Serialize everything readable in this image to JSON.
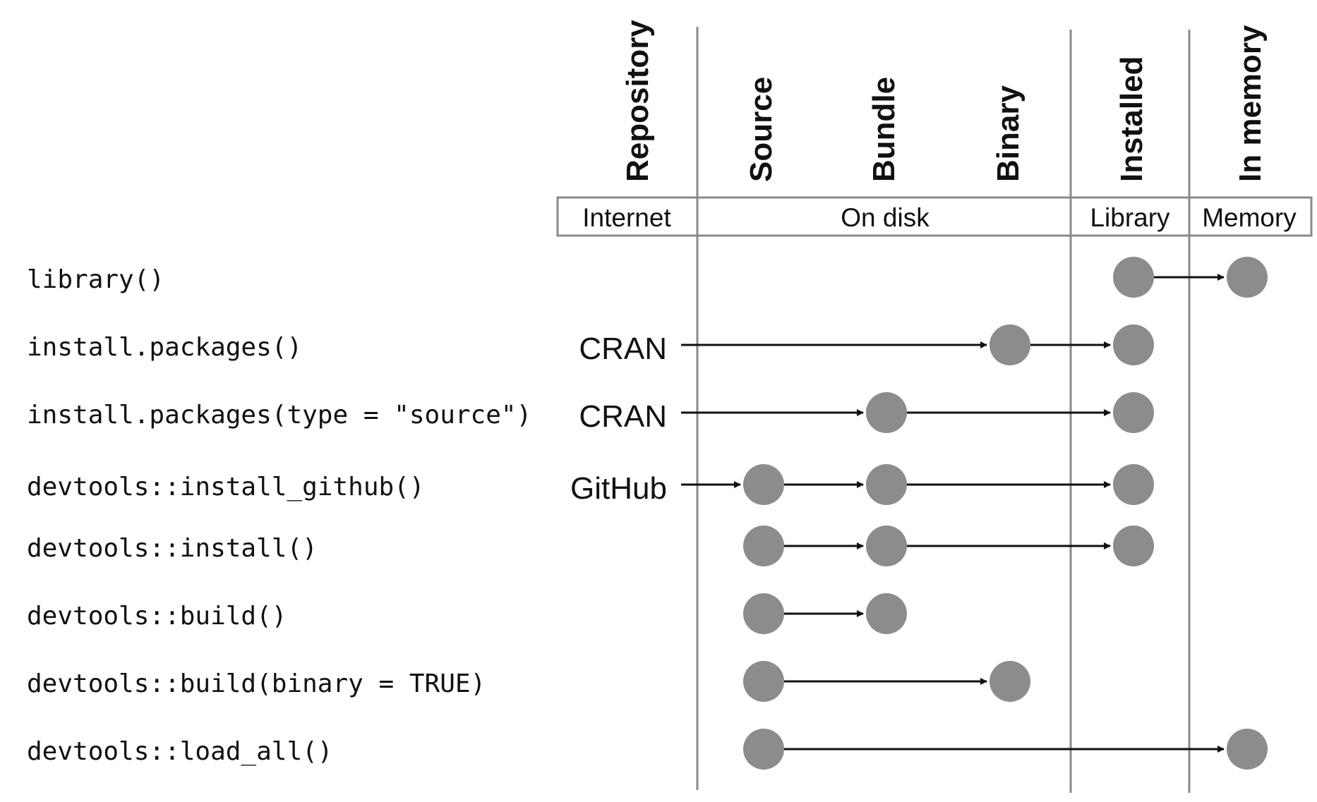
{
  "columns": [
    {
      "key": "repository",
      "label": "Repository"
    },
    {
      "key": "source",
      "label": "Source"
    },
    {
      "key": "bundle",
      "label": "Bundle"
    },
    {
      "key": "binary",
      "label": "Binary"
    },
    {
      "key": "installed",
      "label": "Installed"
    },
    {
      "key": "memory",
      "label": "In memory"
    }
  ],
  "locations": [
    {
      "key": "internet",
      "label": "Internet"
    },
    {
      "key": "disk",
      "label": "On disk"
    },
    {
      "key": "library",
      "label": "Library"
    },
    {
      "key": "memory",
      "label": "Memory"
    }
  ],
  "rows": [
    {
      "command": "library()",
      "origin": "",
      "nodes": [
        "installed",
        "memory"
      ]
    },
    {
      "command": "install.packages()",
      "origin": "CRAN",
      "nodes": [
        "binary",
        "installed"
      ]
    },
    {
      "command": "install.packages(type = \"source\")",
      "origin": "CRAN",
      "nodes": [
        "bundle",
        "installed"
      ]
    },
    {
      "command": "devtools::install_github()",
      "origin": "GitHub",
      "nodes": [
        "source",
        "bundle",
        "installed"
      ]
    },
    {
      "command": "devtools::install()",
      "origin": "",
      "nodes": [
        "source",
        "bundle",
        "installed"
      ]
    },
    {
      "command": "devtools::build()",
      "origin": "",
      "nodes": [
        "source",
        "bundle"
      ]
    },
    {
      "command": "devtools::build(binary = TRUE)",
      "origin": "",
      "nodes": [
        "source",
        "binary"
      ]
    },
    {
      "command": "devtools::load_all()",
      "origin": "",
      "nodes": [
        "source",
        "memory"
      ]
    }
  ],
  "colors": {
    "node": "#8c8c8c",
    "line": "#111111",
    "grid": "#8a8a8a"
  }
}
